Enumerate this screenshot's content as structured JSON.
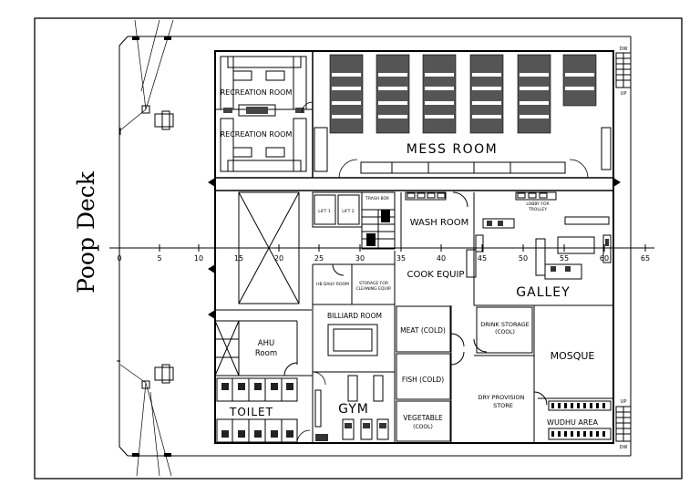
{
  "deck_name": "Poop Deck",
  "rooms": {
    "recreation_room_1": "RECREATION ROOM",
    "recreation_room_2": "RECREATION ROOM",
    "mess_room": "MESS ROOM",
    "wash_room": "WASH ROOM",
    "cook_equip": "COOK EQUIP",
    "galley": "GALLEY",
    "lobby_trolley": [
      "LOBBY FOR",
      "TROLLEY"
    ],
    "trash_box": "TRASH BOX",
    "lift_1": "LIFT 1",
    "lift_2": "LIFT 2",
    "hb_daily_room": "HB DAILY ROOM",
    "storage_cleaning": [
      "STORAGE FOR",
      "CLEANING EQUIP."
    ],
    "billiard_room": "BILLIARD ROOM",
    "meat_cold": "MEAT (COLD)",
    "fish_cold": "FISH (COLD)",
    "vegetable_cool": [
      "VEGETABLE",
      "(COOL)"
    ],
    "drink_storage": [
      "DRINK STORAGE",
      "(COOL)"
    ],
    "dry_provision": [
      "DRY PROVISION",
      "STORE"
    ],
    "mosque": "MOSQUE",
    "wudhu_area": "WUDHU AREA",
    "ahu_room": [
      "AHU",
      "Room"
    ],
    "toilet": "TOILET",
    "gym": "GYM"
  },
  "stair_labels": {
    "dw": "DW",
    "up": "UP"
  },
  "frame_scale": [
    "0",
    "5",
    "10",
    "15",
    "20",
    "25",
    "30",
    "35",
    "40",
    "45",
    "50",
    "55",
    "60",
    "65"
  ]
}
